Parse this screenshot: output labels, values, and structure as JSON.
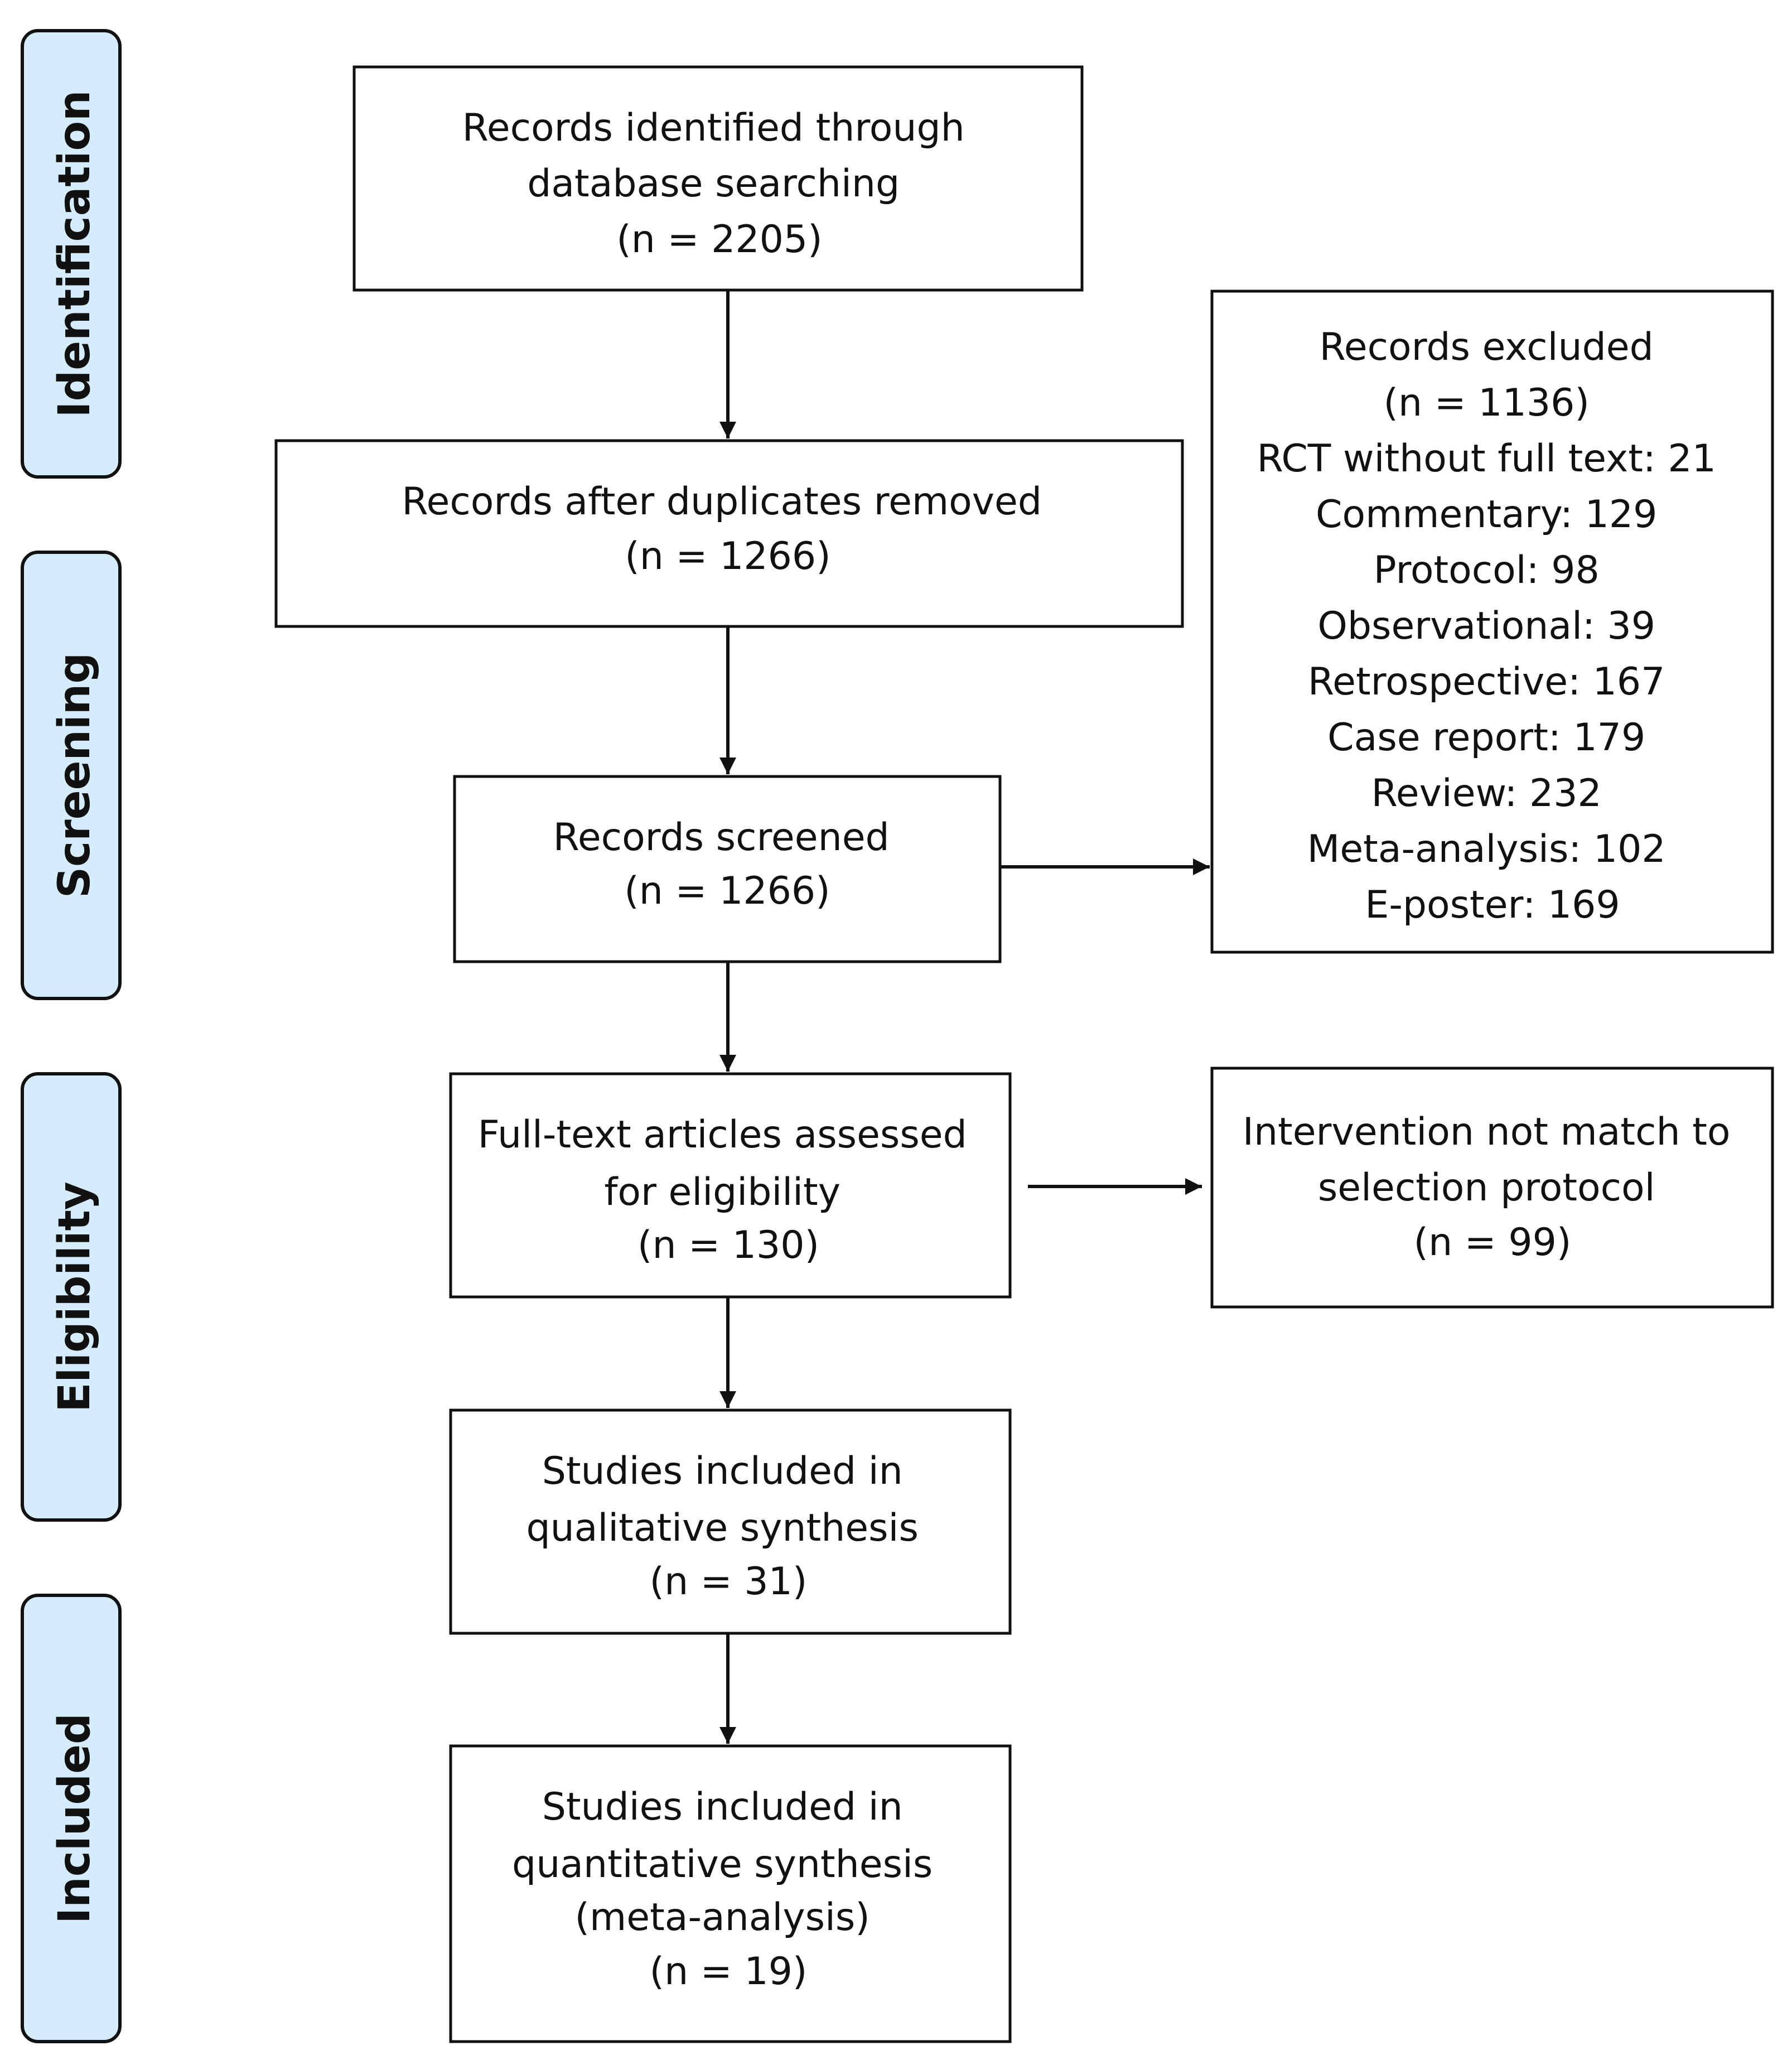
{
  "stages": [
    {
      "label": "Identification"
    },
    {
      "label": "Screening"
    },
    {
      "label": "Eligibility"
    },
    {
      "label": "Included"
    }
  ],
  "boxes": {
    "identified": {
      "lines": [
        "Records identified through",
        "database searching",
        "(n = 2205)"
      ],
      "n": 2205
    },
    "after_duplicates": {
      "lines": [
        "Records after duplicates removed",
        "(n = 1266)"
      ],
      "n": 1266
    },
    "screened": {
      "lines": [
        "Records screened",
        "(n = 1266)"
      ],
      "n": 1266
    },
    "excluded": {
      "lines": [
        "Records excluded",
        "(n = 1136)",
        "RCT without full text: 21",
        "Commentary: 129",
        "Protocol: 98",
        "Observational: 39",
        "Retrospective: 167",
        "Case report: 179",
        "Review: 232",
        "Meta-analysis: 102",
        "E-poster: 169"
      ],
      "n": 1136
    },
    "full_text": {
      "lines": [
        "Full-text articles assessed",
        "for eligibility",
        "(n = 130)"
      ],
      "n": 130
    },
    "not_match": {
      "lines": [
        "Intervention not match to",
        "selection protocol",
        "(n = 99)"
      ],
      "n": 99
    },
    "qualitative": {
      "lines": [
        "Studies included in",
        "qualitative synthesis",
        "(n = 31)"
      ],
      "n": 31
    },
    "quantitative": {
      "lines": [
        "Studies included in",
        "quantitative synthesis",
        "(meta-analysis)",
        "(n = 19)"
      ],
      "n": 19
    }
  },
  "colors": {
    "stage_fill": "#d4ecfc",
    "border": "#111111",
    "box_fill": "#ffffff"
  }
}
